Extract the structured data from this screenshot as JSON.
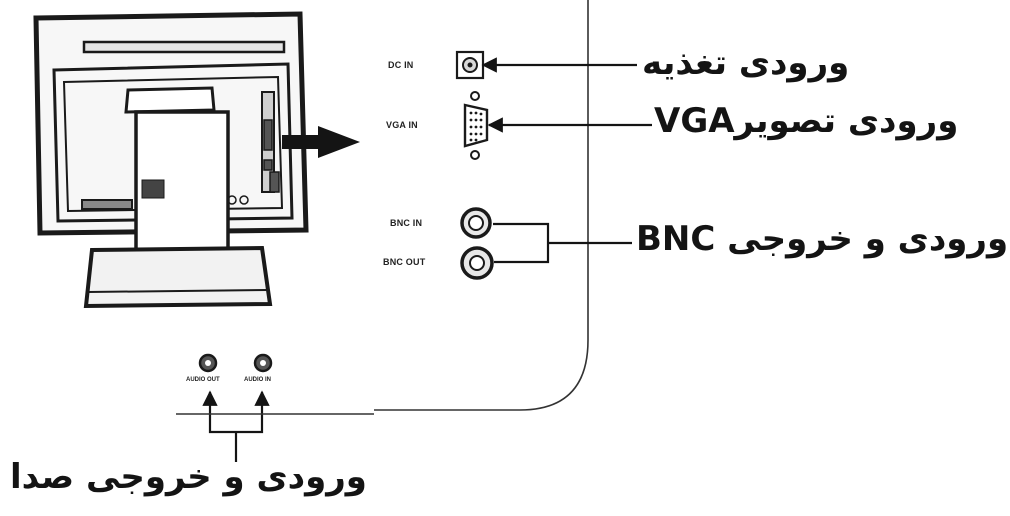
{
  "callouts": {
    "power": "ورودی تغذیه",
    "vga": "ورودی تصویرVGA",
    "bnc": "ورودی و خروجی BNC",
    "audio": "ورودی و خروجی صدا"
  },
  "port_labels": {
    "dc_in": "DC IN",
    "vga_in": "VGA IN",
    "bnc_in": "BNC IN",
    "bnc_out": "BNC OUT",
    "audio_out": "AUDIO OUT",
    "audio_in": "AUDIO IN"
  },
  "colors": {
    "ink": "#141414",
    "background": "#ffffff"
  }
}
